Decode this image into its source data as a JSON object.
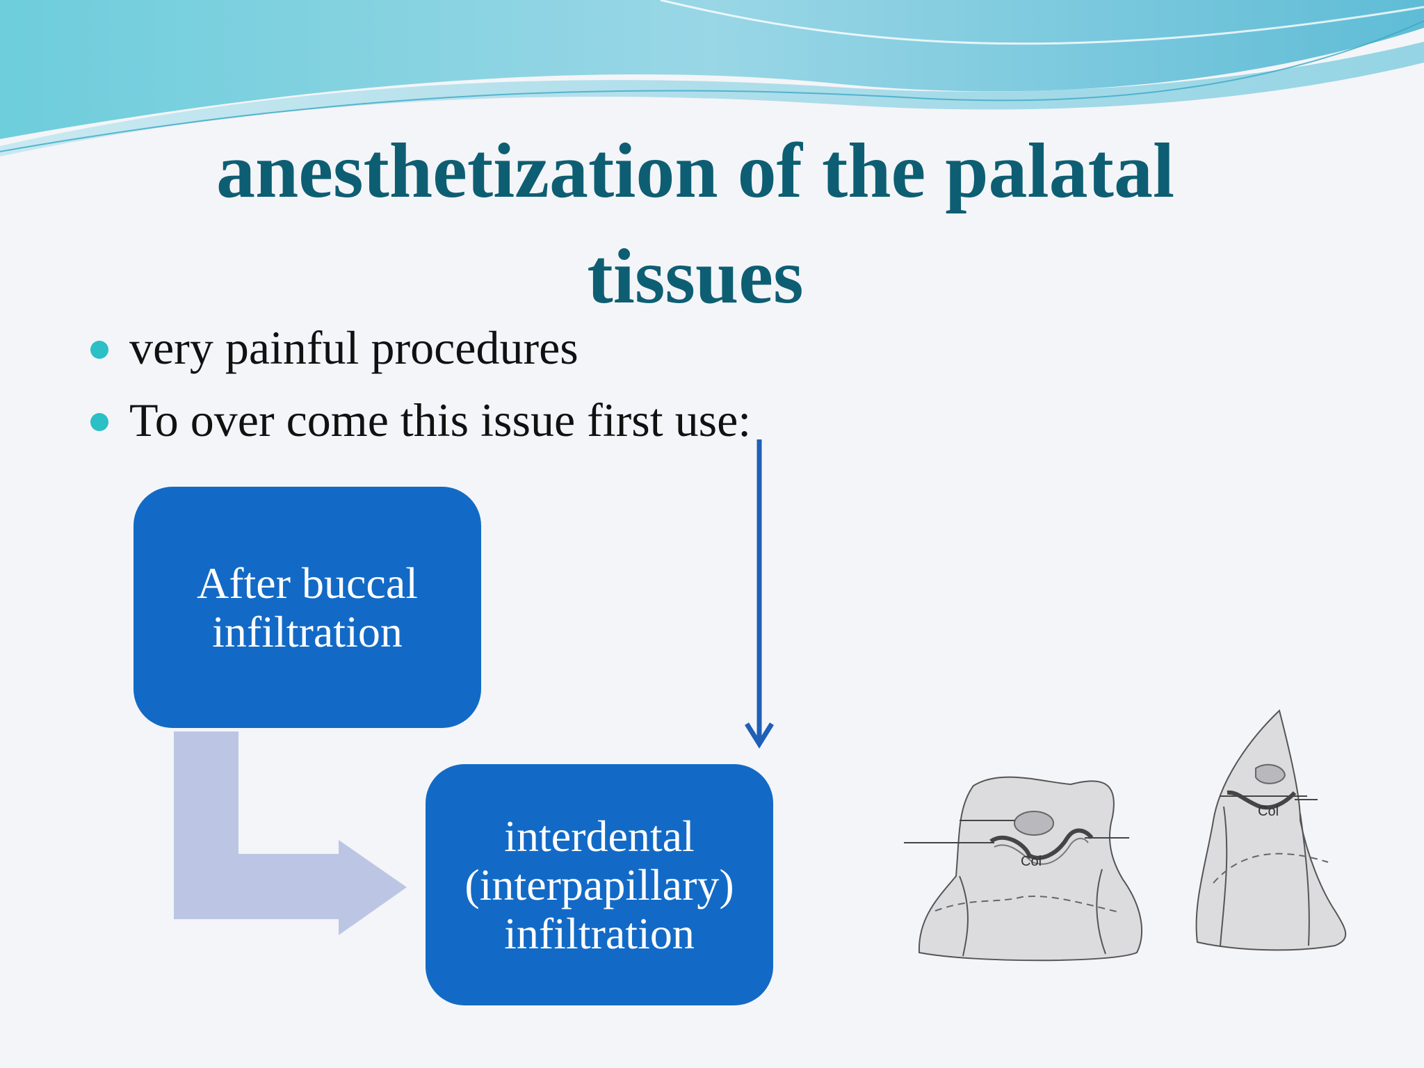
{
  "slide": {
    "title": "anesthetization of the palatal tissues",
    "bullets": [
      "very painful procedures",
      "To over come this issue first use:"
    ]
  },
  "flow": {
    "step1": "After buccal infiltration",
    "step2": "interdental (interpapillary) infiltration"
  },
  "illustration": {
    "label_left": "Col",
    "label_right": "Col"
  },
  "colors": {
    "title": "#0e5e73",
    "box": "#136ac6",
    "connector": "#bcc6e4",
    "bullet": "#2bbfc6",
    "arrow": "#1f5fb8"
  }
}
